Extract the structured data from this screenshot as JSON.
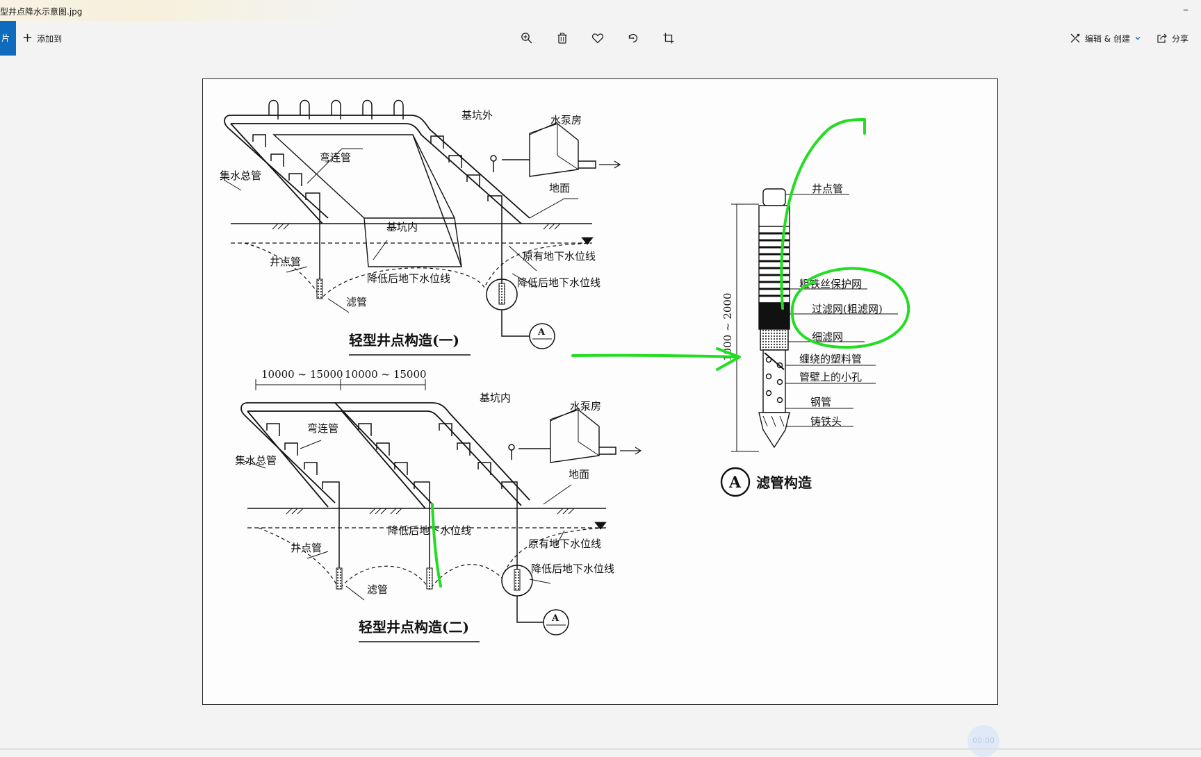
{
  "window": {
    "title": "型井点降水示意图.jpg",
    "minimize_glyph": "–"
  },
  "toolbar": {
    "nav_tab_label": "片",
    "add_label": "添加到",
    "icons": [
      "zoom-in-icon",
      "delete-icon",
      "favorite-icon",
      "rotate-icon",
      "crop-icon"
    ],
    "edit_label": "编辑 & 创建",
    "share_label": "分享"
  },
  "figure": {
    "top": {
      "outside_pit": "基坑外",
      "pump_house": "水泵房",
      "elbow_pipe": "弯连管",
      "header_pipe": "集水总管",
      "ground": "地面",
      "inside_pit": "基坑内",
      "well_pipe": "井点管",
      "original_water": "原有地下水位线",
      "lowered_water": "降低后地下水位线",
      "lowered_water_right": "降低后地下水位线",
      "filter_pipe": "滤管",
      "detail_mark": "A",
      "caption": "轻型井点构造(一)"
    },
    "bottom": {
      "dim1": "10000 ~ 15000",
      "dim2": "10000 ~ 15000",
      "inside_pit": "基坑内",
      "pump_house": "水泵房",
      "elbow_pipe": "弯连管",
      "header_pipe": "集水总管",
      "ground": "地面",
      "lowered_water": "降低后地下水位线",
      "well_pipe": "井点管",
      "original_water": "原有地下水位线",
      "lowered_water_right": "降低后地下水位线",
      "filter_pipe": "滤管",
      "detail_mark": "A",
      "caption": "轻型井点构造(二)"
    },
    "detail": {
      "well_pipe": "井点管",
      "coarse_mesh": "粗铁丝保护网",
      "filter_mesh": "过滤网(粗滤网)",
      "fine_mesh": "细滤网",
      "plastic_pipe": "缠绕的塑料管",
      "holes": "管壁上的小孔",
      "steel_pipe": "钢管",
      "cast_head": "铸铁头",
      "height_dim": "1000 ~ 2000",
      "mark": "A",
      "caption": "滤管构造"
    }
  },
  "colors": {
    "annotation_green": "#22dd22",
    "accent": "#0f6cbd"
  },
  "zoom_indicator": "00:00"
}
